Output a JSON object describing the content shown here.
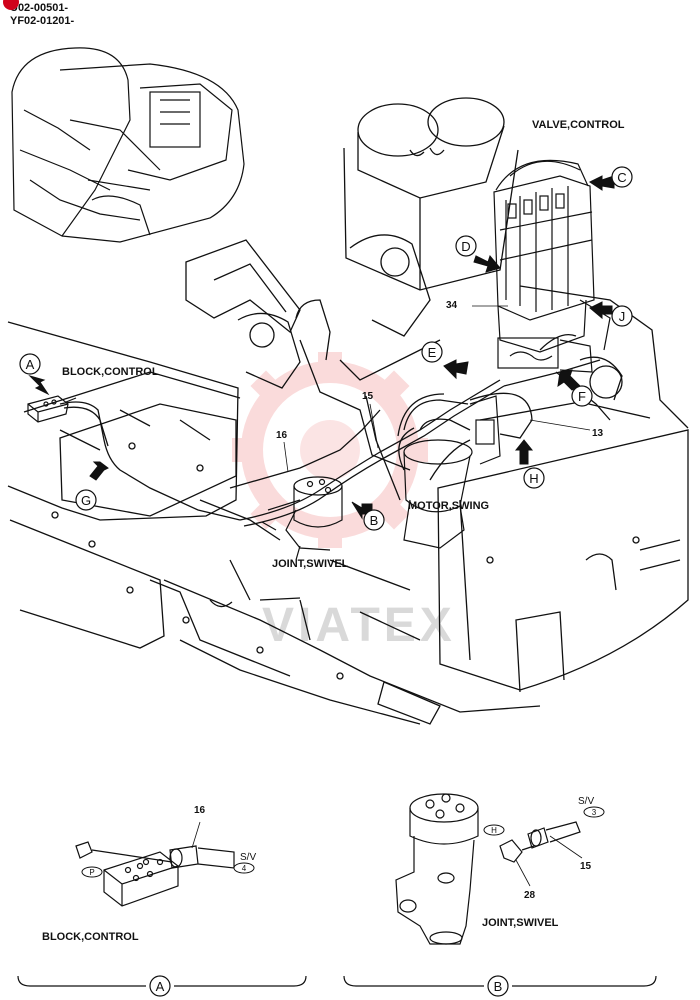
{
  "header": {
    "serial_1": "U02-00501-",
    "serial_2": "YF02-01201-"
  },
  "labels": {
    "valve_control": "VALVE,CONTROL",
    "block_control": "BLOCK,CONTROL",
    "motor_swing": "MOTOR,SWING",
    "joint_swivel": "JOINT,SWIVEL",
    "detail_a_title": "BLOCK,CONTROL",
    "detail_b_title": "JOINT,SWIVEL"
  },
  "callouts": {
    "A": "A",
    "B": "B",
    "C": "C",
    "D": "D",
    "E": "E",
    "F": "F",
    "G": "G",
    "H": "H",
    "J": "J"
  },
  "part_numbers": {
    "p34": "34",
    "p15": "15",
    "p16": "16",
    "p13": "13",
    "detail_a_16": "16",
    "detail_b_15": "15",
    "detail_b_28": "28"
  },
  "tags": {
    "sv": "S/V",
    "sv_b": "S/V",
    "port_4": "4",
    "port_3": "3",
    "port_p": "P",
    "port_h": "H"
  },
  "sections": {
    "section_a": "A",
    "section_b": "B"
  },
  "watermark": "VIATEX"
}
